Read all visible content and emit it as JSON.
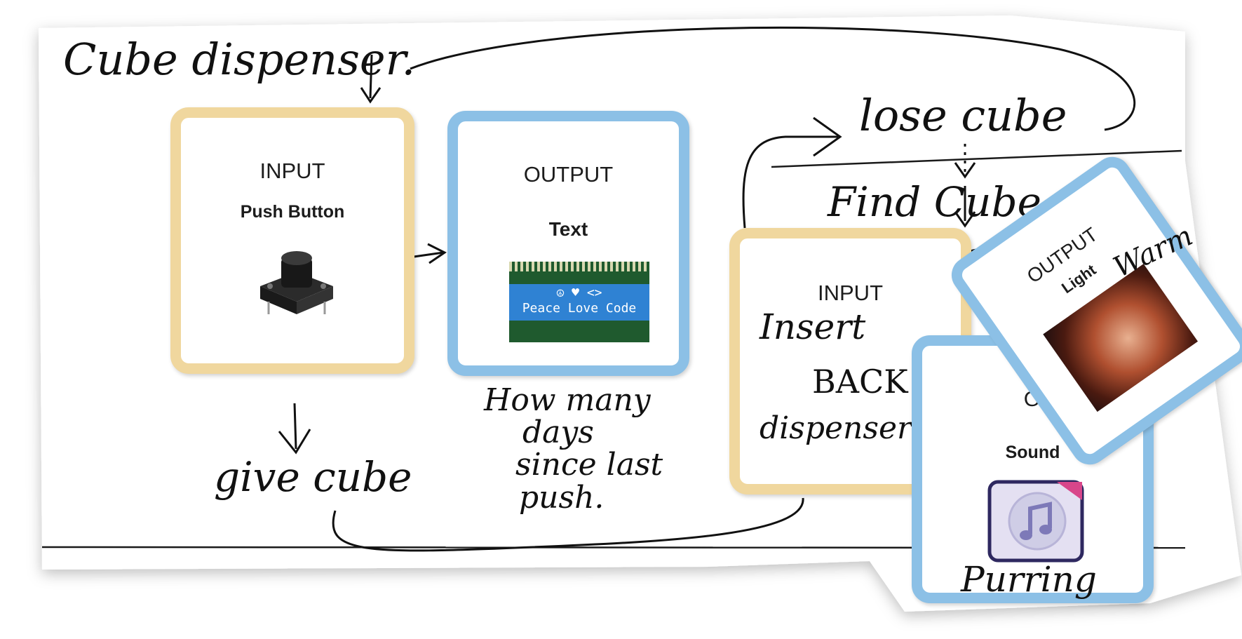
{
  "colors": {
    "input_border": "#f0d79e",
    "output_border": "#8cc0e6",
    "ink": "#111111",
    "lcd_blue": "#2f82d3"
  },
  "handwriting": {
    "title": "Cube dispenser.",
    "give_cube": "give cube",
    "how_many": [
      "How many",
      "days",
      "since last",
      "push."
    ],
    "lose_cube": "lose cube",
    "find_cube": "Find Cube",
    "insert_back": [
      "Insert",
      "BACK",
      "dispenser"
    ],
    "warm": "Warm",
    "purring": "Purring"
  },
  "cards": {
    "input_button": {
      "kind": "INPUT",
      "component": "Push Button",
      "icon": "push-button-icon"
    },
    "output_text": {
      "kind": "OUTPUT",
      "component": "Text",
      "icon": "lcd-display-icon",
      "lcd_glyphs": "☮  ♥  <>",
      "lcd_words": "Peace Love Code"
    },
    "input_insert": {
      "kind": "INPUT"
    },
    "output_sound": {
      "kind": "OUT",
      "component": "Sound",
      "icon": "music-note-icon"
    },
    "output_light": {
      "kind": "OUTPUT",
      "component": "Light",
      "icon": "light-icon"
    }
  }
}
